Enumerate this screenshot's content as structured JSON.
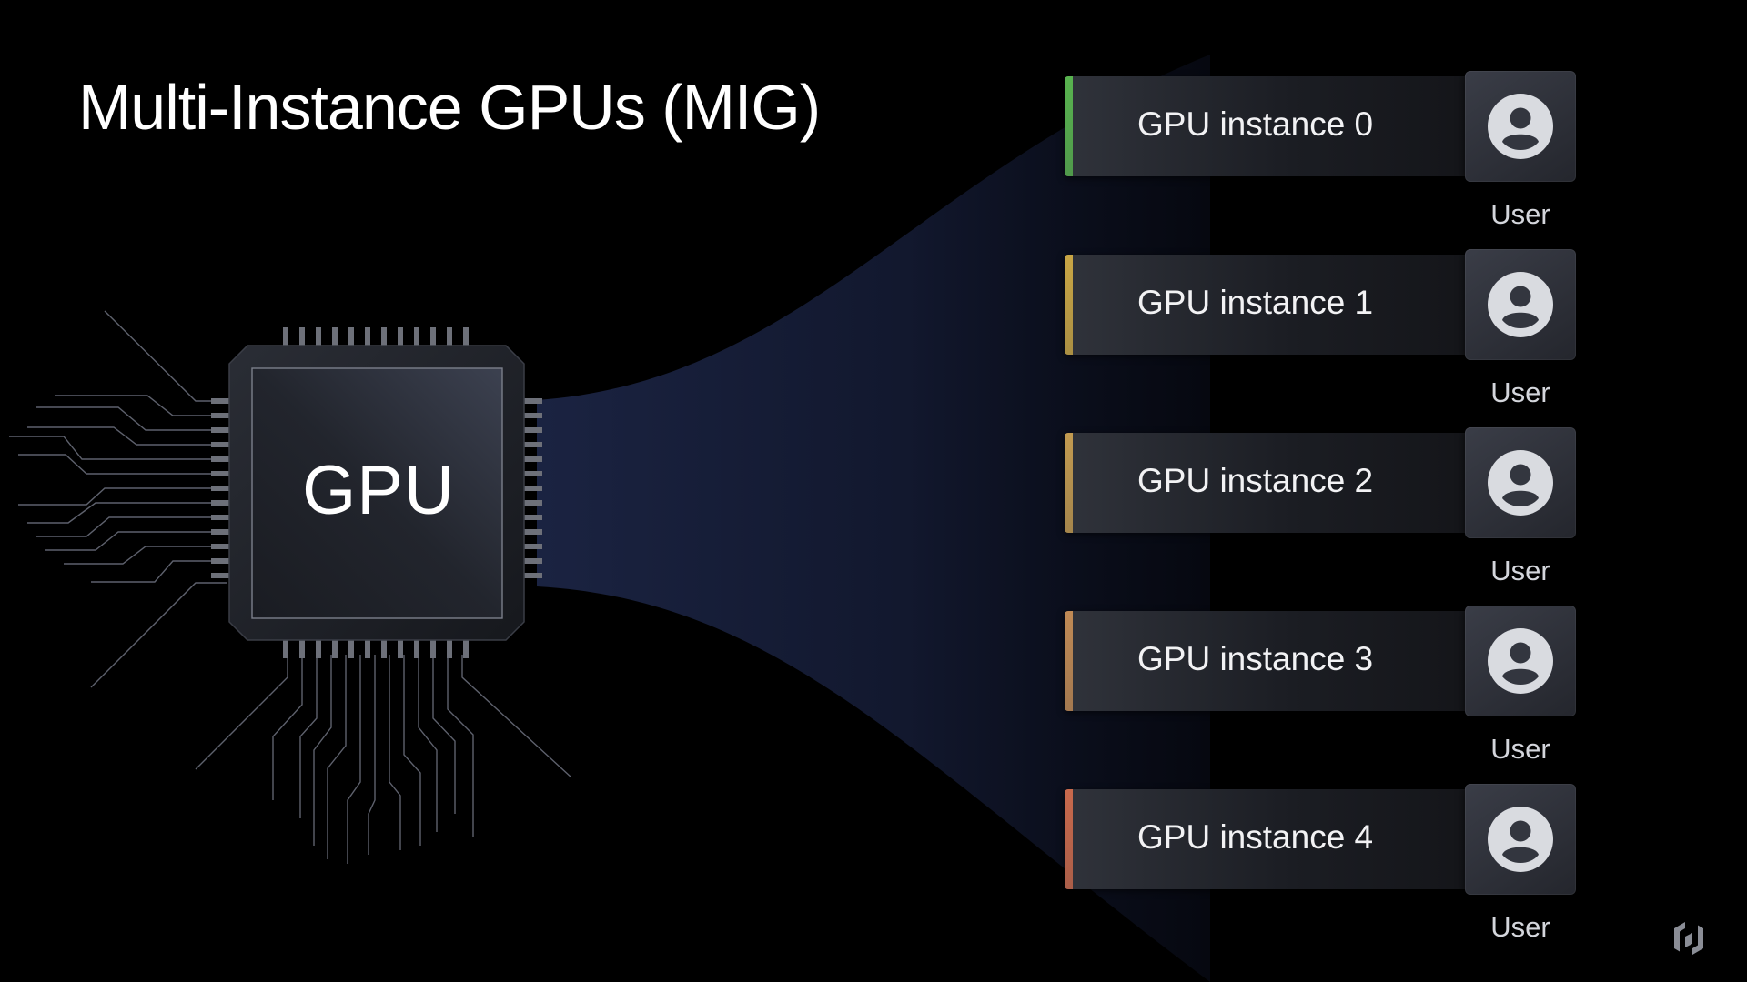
{
  "title": "Multi-Instance GPUs (MIG)",
  "gpu": {
    "label": "GPU"
  },
  "instances": [
    {
      "label": "GPU instance 0",
      "accent": "#58b34f",
      "user_label": "User"
    },
    {
      "label": "GPU instance 1",
      "accent": "#c9a645",
      "user_label": "User"
    },
    {
      "label": "GPU instance 2",
      "accent": "#c29a50",
      "user_label": "User"
    },
    {
      "label": "GPU instance 3",
      "accent": "#c08a55",
      "user_label": "User"
    },
    {
      "label": "GPU instance 4",
      "accent": "#c9694c",
      "user_label": "User"
    }
  ],
  "icons": {
    "user": "user-circle-icon",
    "logo": "hashicorp-logo-icon"
  },
  "colors": {
    "background": "#000000",
    "beam": "#1a2342",
    "chip": "#1f2229"
  }
}
